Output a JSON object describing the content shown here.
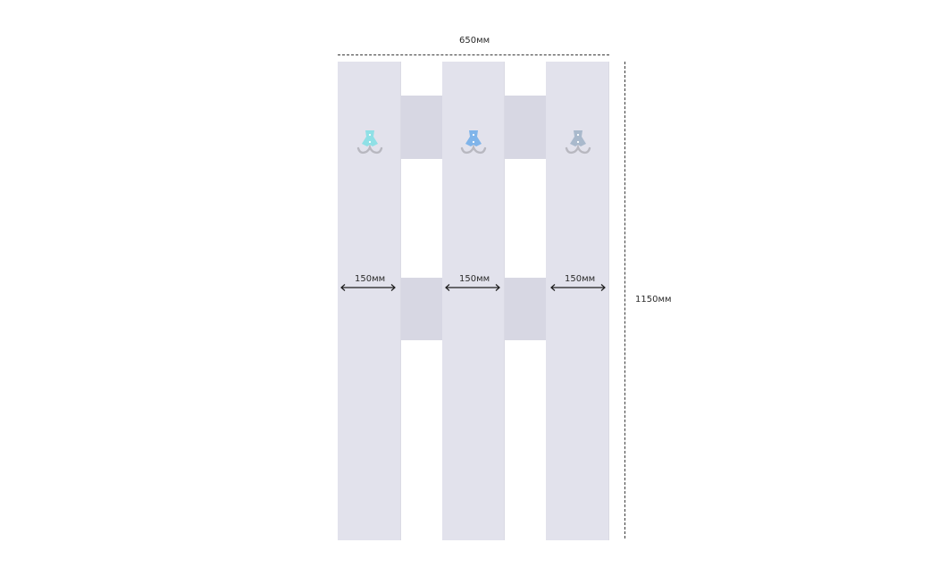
{
  "dimensions": {
    "total_width_label": "650мм",
    "total_height_label": "1150мм"
  },
  "boards": [
    {
      "width_label": "150мм",
      "hook_color": "#8fe0e6"
    },
    {
      "width_label": "150мм",
      "hook_color": "#7fb4ea"
    },
    {
      "width_label": "150мм",
      "hook_color": "#a9b9cc"
    }
  ],
  "colors": {
    "board": "#e2e2ec",
    "rail": "#d7d7e3",
    "hook_metal": "#b8b8c0",
    "dimension_line": "#3a3a3a"
  }
}
